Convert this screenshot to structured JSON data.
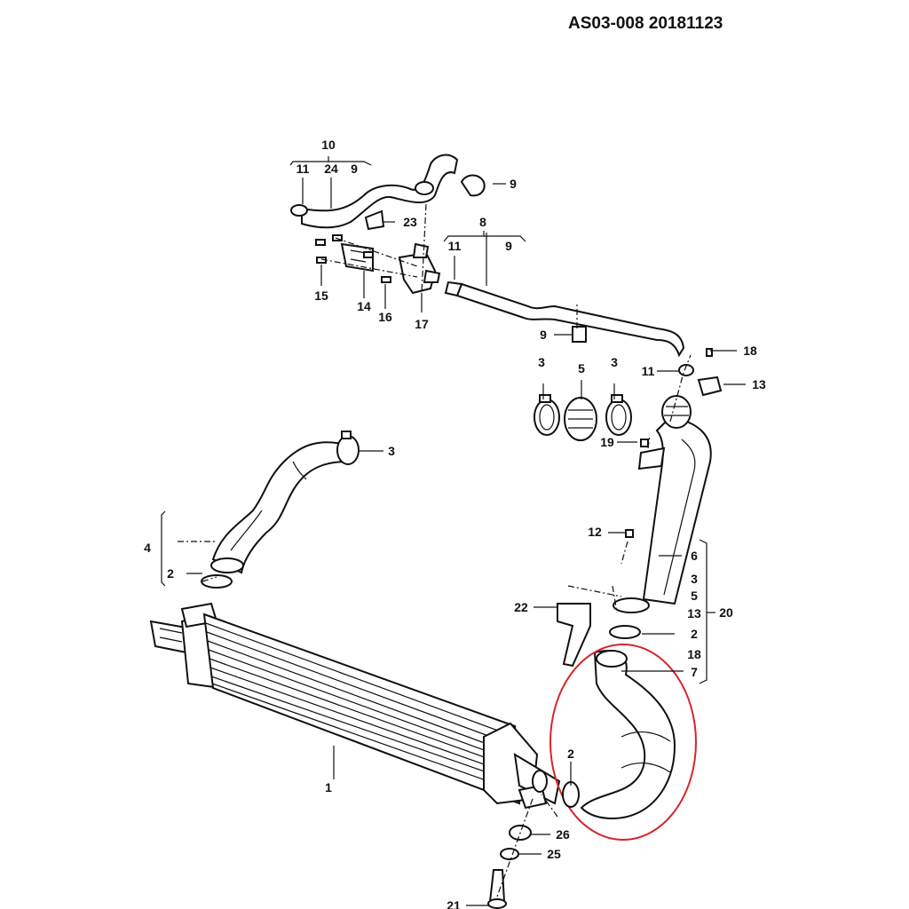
{
  "header": {
    "doc_id": "AS03-008  20181123"
  },
  "diagram": {
    "highlight_color": "#d8252a",
    "callouts": {
      "c1": "1",
      "c2a": "2",
      "c2b": "2",
      "c2c": "2",
      "c3a": "3",
      "c3b": "3",
      "c3c": "3",
      "c4": "4",
      "c5": "5",
      "c6": "6",
      "c7": "7",
      "c8": "8",
      "c8_11": "11",
      "c8_9": "9",
      "c9a": "9",
      "c9b": "9",
      "c10": "10",
      "c10_11": "11",
      "c10_24": "24",
      "c10_9": "9",
      "c11": "11",
      "c12": "12",
      "c13": "13",
      "c14": "14",
      "c15": "15",
      "c16": "16",
      "c17": "17",
      "c18": "18",
      "c19": "19",
      "c20": "20",
      "c21": "21",
      "c22": "22",
      "c23": "23",
      "c25": "25",
      "c26": "26",
      "g20_6": "6",
      "g20_3": "3",
      "g20_5": "5",
      "g20_13": "13",
      "g20_2": "2",
      "g20_18": "18",
      "g20_7": "7"
    }
  }
}
